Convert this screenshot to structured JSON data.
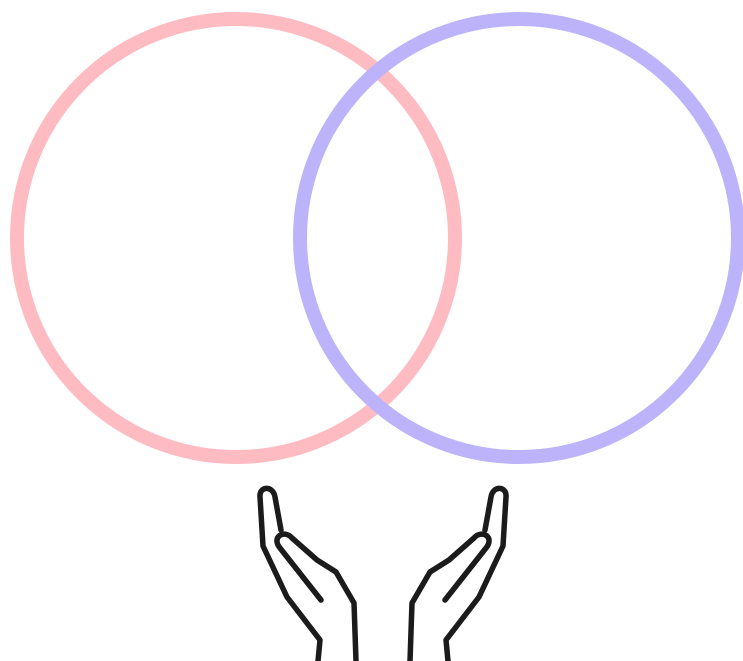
{
  "diagram": {
    "type": "venn",
    "sets": [
      {
        "id": "left",
        "color": "#FFBBC2"
      },
      {
        "id": "right",
        "color": "#BDB3FA"
      }
    ],
    "icon": {
      "name": "open-hands-icon",
      "stroke_color": "#1b1b1b"
    }
  }
}
